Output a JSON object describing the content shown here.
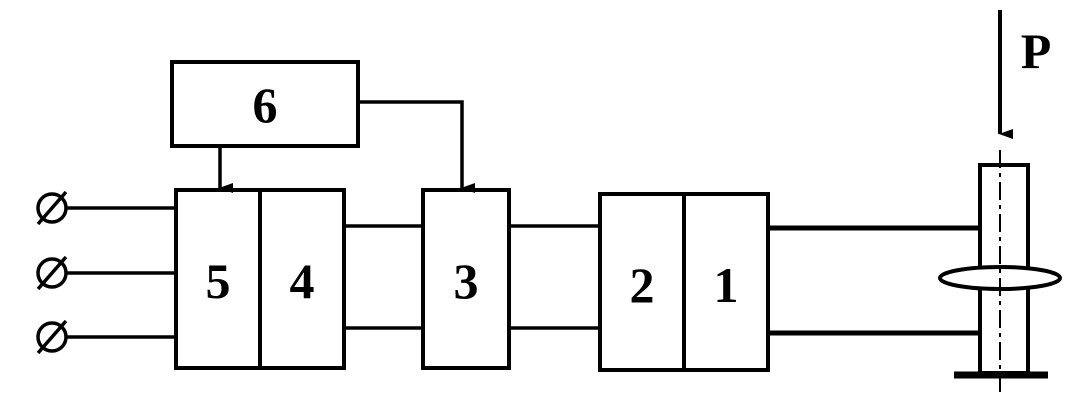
{
  "diagram": {
    "blocks": [
      {
        "id": "6",
        "label": "6"
      },
      {
        "id": "5",
        "label": "5"
      },
      {
        "id": "4",
        "label": "4"
      },
      {
        "id": "3",
        "label": "3"
      },
      {
        "id": "2",
        "label": "2"
      },
      {
        "id": "1",
        "label": "1"
      }
    ],
    "force_label": "P",
    "colors": {
      "stroke": "#000000",
      "background": "#ffffff"
    }
  }
}
